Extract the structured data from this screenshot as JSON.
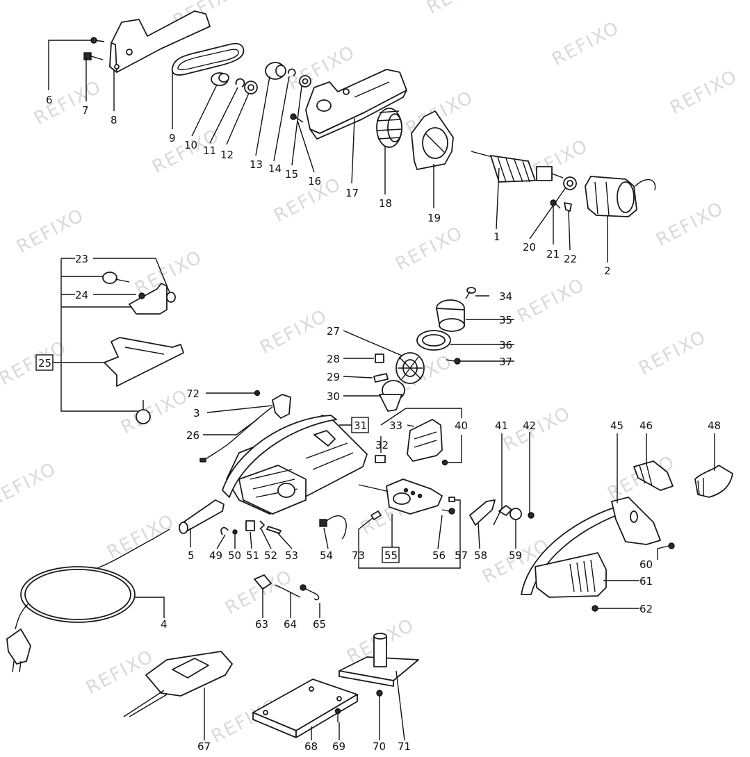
{
  "watermark": "REFIXO",
  "labels": {
    "l1": "1",
    "l2": "2",
    "l3": "3",
    "l4": "4",
    "l5": "5",
    "l6": "6",
    "l7": "7",
    "l8": "8",
    "l9": "9",
    "l10": "10",
    "l11": "11",
    "l12": "12",
    "l13": "13",
    "l14": "14",
    "l15": "15",
    "l16": "16",
    "l17": "17",
    "l18": "18",
    "l19": "19",
    "l20": "20",
    "l21": "21",
    "l22": "22",
    "l23": "23",
    "l24": "24",
    "l25": "25",
    "l26": "26",
    "l27": "27",
    "l28": "28",
    "l29": "29",
    "l30": "30",
    "l31": "31",
    "l32": "32",
    "l33": "33",
    "l34": "34",
    "l35": "35",
    "l36": "36",
    "l37": "37",
    "l40": "40",
    "l41": "41",
    "l42": "42",
    "l45": "45",
    "l46": "46",
    "l48": "48",
    "l49": "49",
    "l50": "50",
    "l51": "51",
    "l52": "52",
    "l53": "53",
    "l54": "54",
    "l55": "55",
    "l56": "56",
    "l57": "57",
    "l58": "58",
    "l59": "59",
    "l60": "60",
    "l61": "61",
    "l62": "62",
    "l63": "63",
    "l64": "64",
    "l65": "65",
    "l67": "67",
    "l68": "68",
    "l69": "69",
    "l70": "70",
    "l71": "71",
    "l72": "72",
    "l73": "73"
  }
}
